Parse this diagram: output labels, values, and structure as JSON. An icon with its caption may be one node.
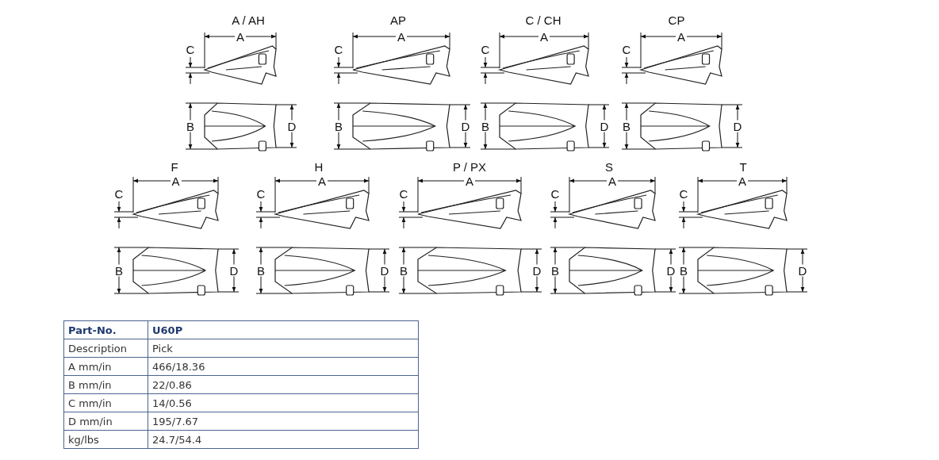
{
  "diagram": {
    "labels": [
      "A / AH",
      "A",
      "C",
      "B",
      "D",
      "AP",
      "A",
      "C",
      "B",
      "D",
      "C / CH",
      "A",
      "C",
      "B",
      "D",
      "CP",
      "A",
      "C",
      "B",
      "D",
      "F",
      "A",
      "C",
      "B",
      "D",
      "H",
      "A",
      "C",
      "B",
      "D",
      "P / PX",
      "A",
      "C",
      "B",
      "D",
      "S",
      "A",
      "C",
      "B",
      "D",
      "T",
      "A",
      "C",
      "B",
      "D",
      "Part-No.",
      "U60P",
      "Description",
      "Pick",
      "A mm/in",
      "466/18.36",
      "B mm/in",
      "22/0.86",
      "C mm/in",
      "14/0.56",
      "D mm/in",
      "195/7.67",
      "kg/lbs",
      "24.7/54.4"
    ]
  }
}
